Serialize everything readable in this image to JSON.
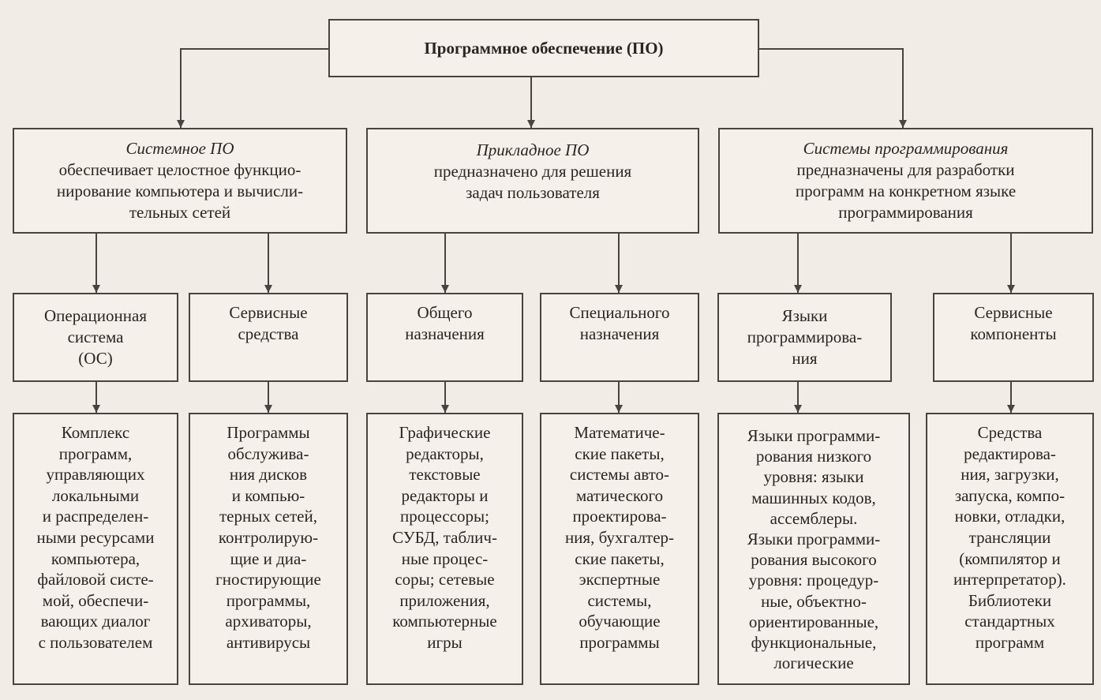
{
  "root": {
    "title": "Программное обеспечение (ПО)"
  },
  "categories": [
    {
      "title": "Системное ПО",
      "description": [
        "обеспечивает целостное функцио-",
        "нирование компьютера и вычисли-",
        "тельных сетей"
      ]
    },
    {
      "title": "Прикладное ПО",
      "description": [
        "предназначено для решения",
        "задач пользователя"
      ]
    },
    {
      "title": "Системы программирования",
      "description": [
        "предназначены для разработки",
        "программ на конкретном языке",
        "программирования"
      ]
    }
  ],
  "subcategories": [
    {
      "lines": [
        "Операционная",
        "система",
        "(ОС)"
      ]
    },
    {
      "lines": [
        "Сервисные",
        "средства"
      ]
    },
    {
      "lines": [
        "Общего",
        "назначения"
      ]
    },
    {
      "lines": [
        "Специального",
        "назначения"
      ]
    },
    {
      "lines": [
        "Языки",
        "программирова-",
        "ния"
      ]
    },
    {
      "lines": [
        "Сервисные",
        "компоненты"
      ]
    }
  ],
  "leaves": [
    {
      "lines": [
        "Комплекс",
        "программ,",
        "управляющих",
        "локальными",
        "и распределен-",
        "ными ресурсами",
        "компьютера,",
        "файловой систе-",
        "мой, обеспечи-",
        "вающих диалог",
        "с пользователем"
      ]
    },
    {
      "lines": [
        "Программы",
        "обслужива-",
        "ния дисков",
        "и компью-",
        "терных сетей,",
        "контролирую-",
        "щие и диа-",
        "гностирующие",
        "программы,",
        "архиваторы,",
        "антивирусы"
      ]
    },
    {
      "lines": [
        "Графические",
        "редакторы,",
        "текстовые",
        "редакторы и",
        "процессоры;",
        "СУБД, таблич-",
        "ные процес-",
        "соры; сетевые",
        "приложения,",
        "компьютерные",
        "игры"
      ]
    },
    {
      "lines": [
        "Математиче-",
        "ские пакеты,",
        "системы авто-",
        "матического",
        "проектирова-",
        "ния, бухгалтер-",
        "ские пакеты,",
        "экспертные",
        "системы,",
        "обучающие",
        "программы"
      ]
    },
    {
      "lines": [
        "Языки программи-",
        "рования низкого",
        "уровня: языки",
        "машинных кодов,",
        "ассемблеры.",
        "Языки программи-",
        "рования высокого",
        "уровня: процедур-",
        "ные, объектно-",
        "ориентированные,",
        "функциональные,",
        "логические"
      ]
    },
    {
      "lines": [
        "Средства",
        "редактирова-",
        "ния, загрузки,",
        "запуска, компо-",
        "новки, отладки,",
        "трансляции",
        "(компилятор и",
        "интерпретатор).",
        "Библиотеки",
        "стандартных",
        "программ"
      ]
    }
  ]
}
